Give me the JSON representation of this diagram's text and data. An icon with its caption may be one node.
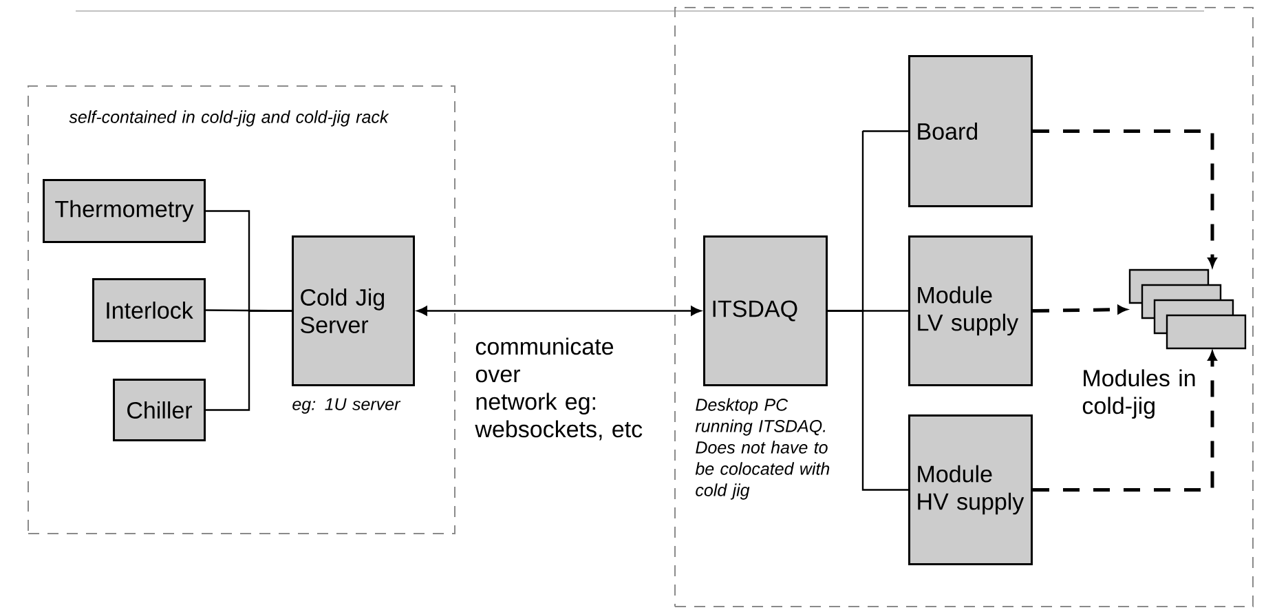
{
  "diagram": {
    "nodes": [
      {
        "text": [
          "self-contained in cold-jig and cold-jig rack"
        ]
      },
      {
        "text": [
          "Thermometry"
        ],
        "in": 0
      },
      {
        "text": [
          "Interlock"
        ],
        "in": 0
      },
      {
        "text": [
          "Chiller"
        ],
        "in": 0
      },
      {
        "text": [
          "Cold Jig Server"
        ],
        "in": 0,
        "beside": [
          "eg: 1U server"
        ]
      },
      {
        "text": [],
        "shape": "box"
      },
      {
        "text": [
          "ITSDAQ"
        ],
        "in": 5,
        "beside": [
          "Desktop PC running ITSDAQ. Does not have to be colocated with cold jig"
        ]
      },
      {
        "text": [
          "Board"
        ],
        "in": 5
      },
      {
        "text": [
          "Module LV supply"
        ],
        "in": 5
      },
      {
        "text": [
          "Module HV supply"
        ],
        "in": 5
      },
      {
        "text": [],
        "shape": "box",
        "in": 5,
        "beside": [
          "Modules in cold-jig"
        ]
      }
    ],
    "edges": [
      {
        "from": 1,
        "to": 4,
        "arrow": "none"
      },
      {
        "from": 2,
        "to": 4,
        "arrow": "none"
      },
      {
        "from": 3,
        "to": 4,
        "arrow": "none"
      },
      {
        "from": 4,
        "to": 6,
        "arrow": "both",
        "label": "communicate over network eg: websockets, etc"
      },
      {
        "from": 6,
        "to": 7,
        "arrow": "none"
      },
      {
        "from": 6,
        "to": 8,
        "arrow": "none"
      },
      {
        "from": 6,
        "to": 9,
        "arrow": "none"
      },
      {
        "from": 7,
        "to": 10,
        "arrow": "to",
        "style": "dashed"
      },
      {
        "from": 8,
        "to": 10,
        "arrow": "to",
        "style": "dashed"
      },
      {
        "from": 9,
        "to": 10,
        "arrow": "to",
        "style": "dashed"
      }
    ]
  }
}
